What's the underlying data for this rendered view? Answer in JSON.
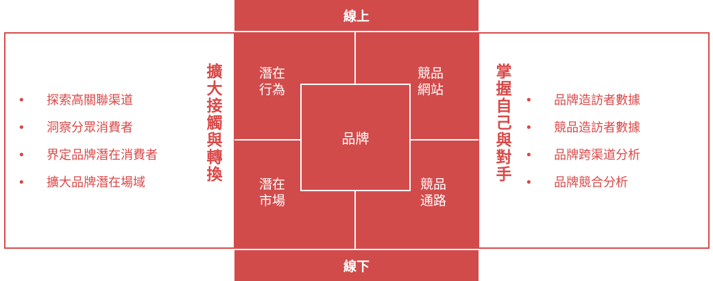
{
  "top_band": "線上",
  "bottom_band": "線下",
  "center": "品牌",
  "quadrants": {
    "top_left": [
      "潛在",
      "行為"
    ],
    "top_right": [
      "競品",
      "網站"
    ],
    "bottom_left": [
      "潛在",
      "市場"
    ],
    "bottom_right": [
      "競品",
      "通路"
    ]
  },
  "left_panel": {
    "title": "擴大接觸與轉換",
    "bullet_symbol": "•",
    "items": [
      "探索高關聯渠道",
      "洞察分眾消費者",
      "界定品牌潛在消費者",
      "擴大品牌潛在場域"
    ]
  },
  "right_panel": {
    "title": "掌握自己與對手",
    "bullet_symbol": "•",
    "items": [
      "品牌造訪者數據",
      "競品造訪者數據",
      "品牌跨渠道分析",
      "品牌競合分析"
    ]
  },
  "colors": {
    "primary": "#d24b4b",
    "text": "#d94848",
    "background": "#ffffff"
  }
}
